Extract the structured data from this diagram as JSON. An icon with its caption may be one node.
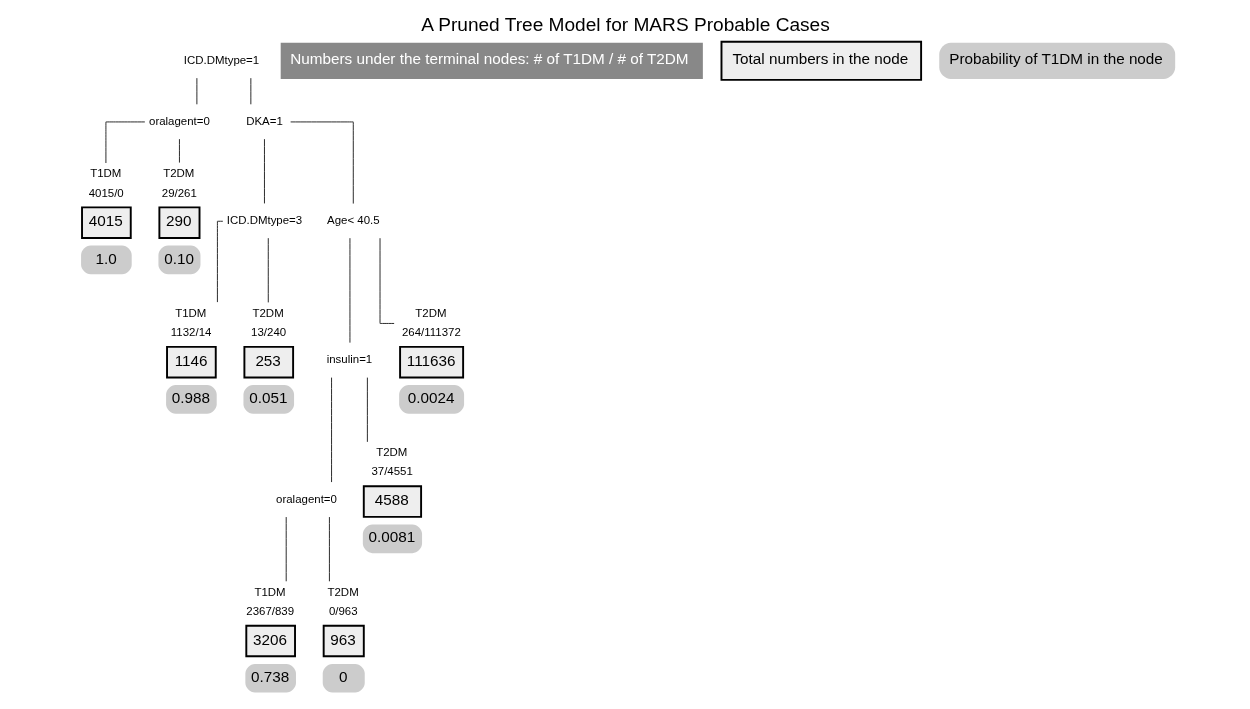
{
  "diagram": {
    "title": "A Pruned Tree Model for MARS Probable Cases",
    "nodes": [
      {
        "text": [
          "ICD.DMtype=1"
        ]
      },
      {
        "text": [
          "oralagent=0"
        ]
      },
      {
        "text": [
          "T1DM",
          "4015/0",
          "4015",
          "1.0"
        ]
      },
      {
        "text": [
          "T2DM",
          "29/261",
          "290",
          "0.10"
        ]
      },
      {
        "text": [
          "DKA=1"
        ]
      },
      {
        "text": [
          "ICD.DMtype=3"
        ]
      },
      {
        "text": [
          "T1DM",
          "1132/14",
          "1146",
          "0.988"
        ]
      },
      {
        "text": [
          "T2DM",
          "13/240",
          "253",
          "0.051"
        ]
      },
      {
        "text": [
          "Age< 40.5"
        ]
      },
      {
        "text": [
          "insulin=1"
        ]
      },
      {
        "text": [
          "oralagent=0"
        ]
      },
      {
        "text": [
          "T1DM",
          "2367/839",
          "3206",
          "0.738"
        ]
      },
      {
        "text": [
          "T2DM",
          "0/963",
          "963",
          "0"
        ]
      },
      {
        "text": [
          "T2DM",
          "37/4551",
          "4588",
          "0.0081"
        ]
      },
      {
        "text": [
          "T2DM",
          "264/111372",
          "111636",
          "0.0024"
        ]
      },
      {
        "text": [
          "Numbers under the terminal nodes: # of T1DM / # of T2DM"
        ]
      },
      {
        "text": [
          "Total numbers in the node"
        ]
      },
      {
        "text": [
          "Probability of T1DM in the node"
        ]
      }
    ],
    "edges": [
      {
        "from": 0,
        "to": 1,
        "arrow": "none"
      },
      {
        "from": 0,
        "to": 4,
        "arrow": "none"
      },
      {
        "from": 1,
        "to": 2,
        "arrow": "none"
      },
      {
        "from": 1,
        "to": 3,
        "arrow": "none"
      },
      {
        "from": 4,
        "to": 5,
        "arrow": "none"
      },
      {
        "from": 4,
        "to": 8,
        "arrow": "none"
      },
      {
        "from": 5,
        "to": 6,
        "arrow": "none"
      },
      {
        "from": 5,
        "to": 7,
        "arrow": "none"
      },
      {
        "from": 8,
        "to": 9,
        "arrow": "none"
      },
      {
        "from": 8,
        "to": 14,
        "arrow": "none"
      },
      {
        "from": 9,
        "to": 10,
        "arrow": "none"
      },
      {
        "from": 9,
        "to": 13,
        "arrow": "none"
      },
      {
        "from": 10,
        "to": 11,
        "arrow": "none"
      },
      {
        "from": 10,
        "to": 12,
        "arrow": "none"
      }
    ]
  }
}
